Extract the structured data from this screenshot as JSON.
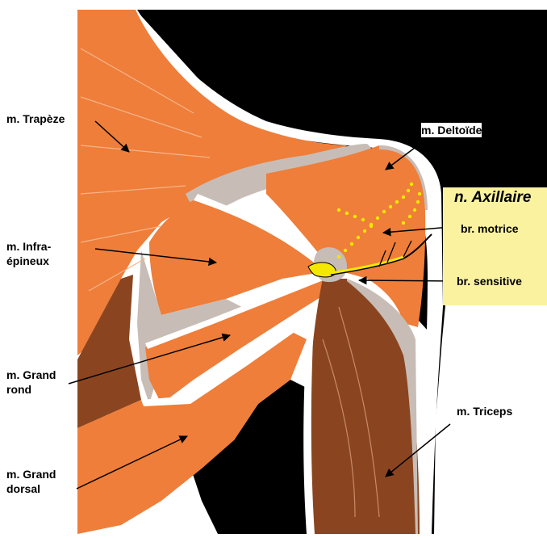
{
  "colors": {
    "muscle_orange": "#ee7e3a",
    "muscle_brown": "#8a4520",
    "bone_grey": "#c7bdb6",
    "background_black": "#000000",
    "nerve_yellow": "#f4e800",
    "legend_yellow": "#fbf2a0"
  },
  "labels": {
    "trapeze": "m. Trapèze",
    "deltoide": "m. Deltoïde",
    "nerve_title": "n. Axillaire",
    "br_motrice": "br. motrice",
    "infra_line1": "m. Infra-",
    "infra_line2": "épineux",
    "br_sensitive": "br. sensitive",
    "grand_rond_line1": "m. Grand",
    "grand_rond_line2": "rond",
    "triceps": "m. Triceps",
    "grand_dorsal_line1": "m. Grand",
    "grand_dorsal_line2": "dorsal"
  }
}
